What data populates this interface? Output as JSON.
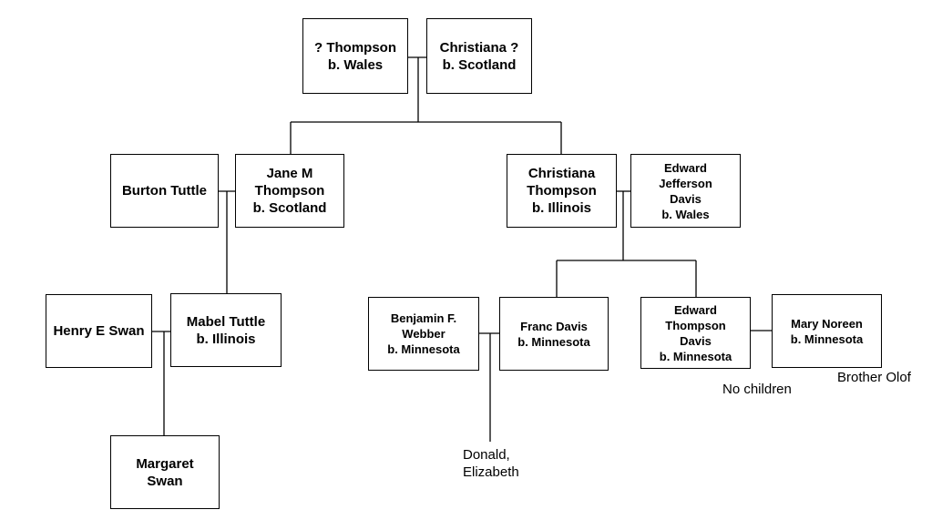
{
  "tree": {
    "people": {
      "thompson_father": [
        "? Thompson",
        "b. Wales"
      ],
      "christiana_mother": [
        "Christiana ?",
        "b. Scotland"
      ],
      "burton_tuttle": [
        "Burton Tuttle"
      ],
      "jane_thompson": [
        "Jane M",
        "Thompson",
        "b. Scotland"
      ],
      "christiana_thompson": [
        "Christiana",
        "Thompson",
        "b. Illinois"
      ],
      "edward_jefferson_davis": [
        "Edward",
        "Jefferson",
        "Davis",
        "b. Wales"
      ],
      "henry_swan": [
        "Henry E Swan"
      ],
      "mabel_tuttle": [
        "Mabel Tuttle",
        "b. Illinois"
      ],
      "benjamin_webber": [
        "Benjamin F.",
        "Webber",
        "b. Minnesota"
      ],
      "franc_davis": [
        "Franc Davis",
        "b. Minnesota"
      ],
      "edward_thompson_davis": [
        "Edward",
        "Thompson",
        "Davis",
        "b. Minnesota"
      ],
      "mary_noreen": [
        "Mary Noreen",
        "b. Minnesota"
      ],
      "margaret_swan": [
        "Margaret",
        "Swan"
      ]
    },
    "notes": {
      "donald_elizabeth": [
        "Donald,",
        "Elizabeth"
      ],
      "no_children": "No children",
      "brother_olof": "Brother Olof"
    }
  }
}
